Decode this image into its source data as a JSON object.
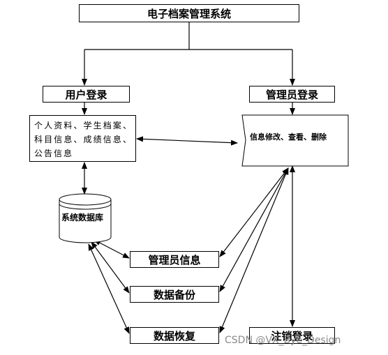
{
  "title": "电子档案管理系统",
  "user_login": "用户登录",
  "admin_login": "管理员登录",
  "user_functions": "个人资料、学生档案、科目信息、成绩信息、公告信息",
  "admin_functions": "信息修改、查看、删除",
  "database": "系统数据库",
  "admin_info": "管理员信息",
  "data_backup": "数据备份",
  "data_restore": "数据恢复",
  "logout": "注销登录",
  "watermark": "CSDN @VX_Bye_Design"
}
